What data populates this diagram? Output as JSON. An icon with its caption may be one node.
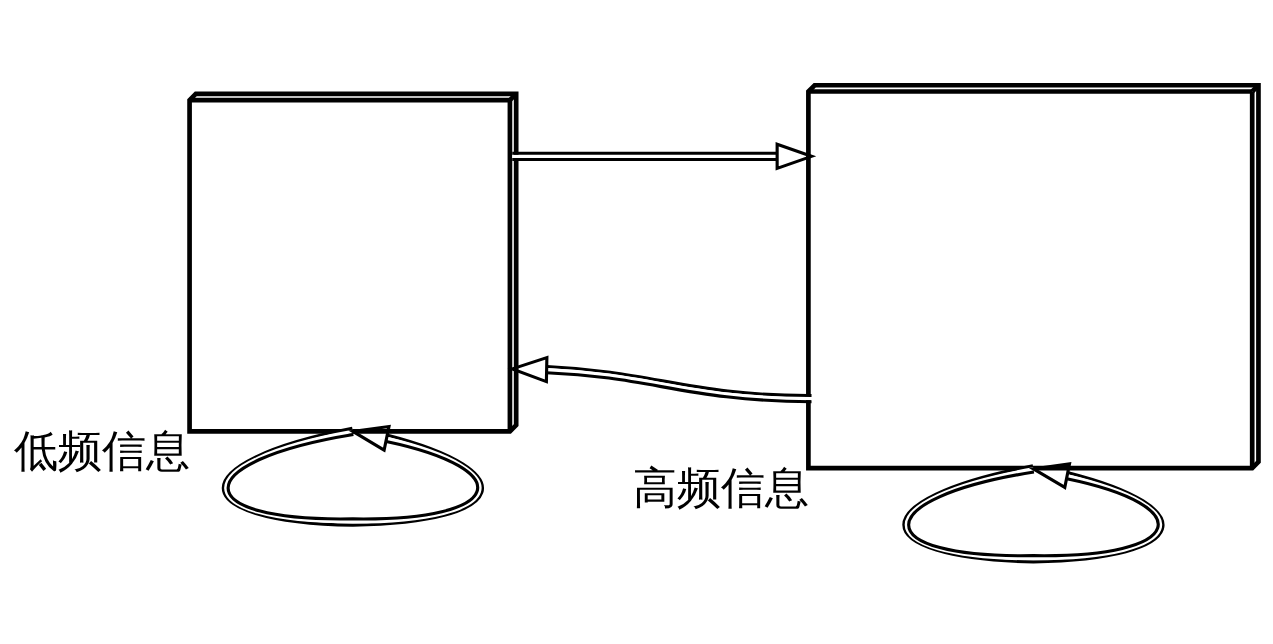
{
  "diagram": {
    "nodes": [
      {
        "text": [],
        "shape": "cube",
        "beside": [
          "低频信息"
        ]
      },
      {
        "text": [],
        "shape": "cube",
        "beside": [
          "高频信息"
        ]
      }
    ],
    "edges": [
      {
        "from": 0,
        "to": 1,
        "arrow": "to"
      },
      {
        "from": 1,
        "to": 0,
        "arrow": "to"
      },
      {
        "from": 0,
        "to": 0,
        "arrow": "to"
      },
      {
        "from": 1,
        "to": 1,
        "arrow": "to"
      }
    ]
  }
}
